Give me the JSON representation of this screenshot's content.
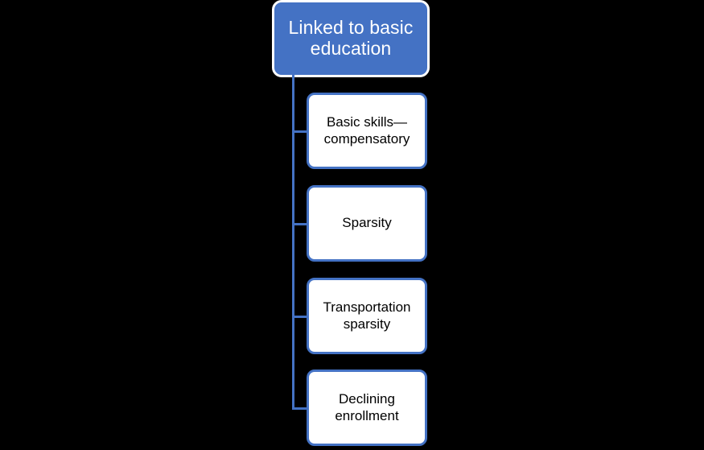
{
  "diagram": {
    "type": "hierarchy-tree",
    "background_color": "#000000",
    "accent_color": "#4472C4",
    "root": {
      "label": "Linked to basic education",
      "fill_color": "#4472C4",
      "border_color": "#FFFFFF",
      "text_color": "#FFFFFF"
    },
    "children": [
      {
        "label": "Basic skills—compensatory",
        "fill_color": "#FFFFFF",
        "border_color": "#4472C4",
        "text_color": "#000000"
      },
      {
        "label": "Sparsity",
        "fill_color": "#FFFFFF",
        "border_color": "#4472C4",
        "text_color": "#000000"
      },
      {
        "label": "Transportation sparsity",
        "fill_color": "#FFFFFF",
        "border_color": "#4472C4",
        "text_color": "#000000"
      },
      {
        "label": "Declining enrollment",
        "fill_color": "#FFFFFF",
        "border_color": "#4472C4",
        "text_color": "#000000"
      }
    ]
  }
}
